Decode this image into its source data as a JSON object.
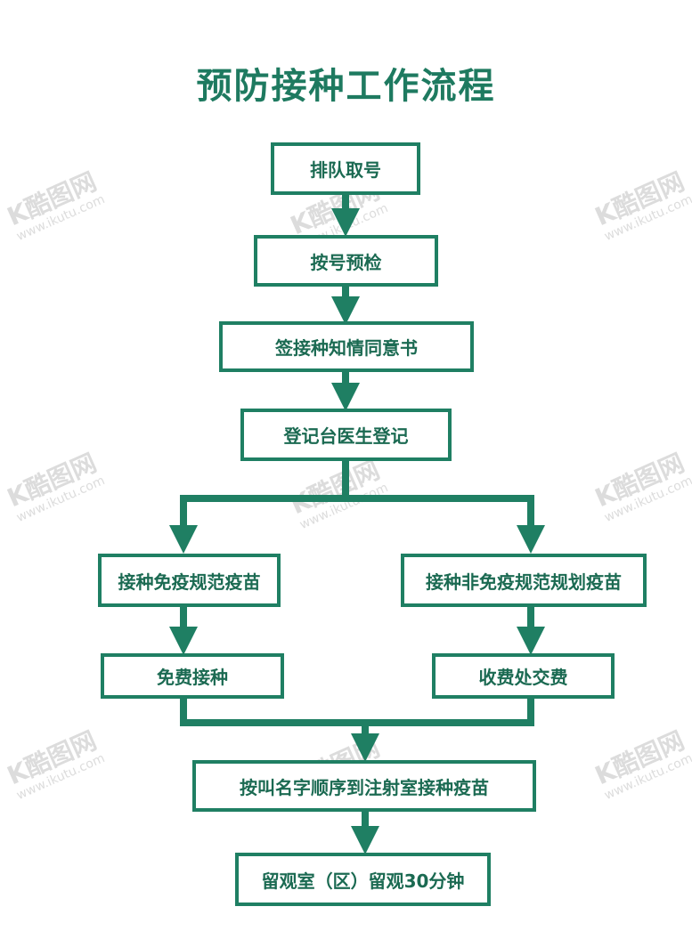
{
  "title": "预防接种工作流程",
  "steps": {
    "queue": "排队取号",
    "precheck": "按号预检",
    "consent": "签接种知情同意书",
    "register": "登记台医生登记",
    "free_vaccine": "接种免疫规范疫苗",
    "nonfree_vaccine": "接种非免疫规范规划疫苗",
    "free_injection": "免费接种",
    "pay": "收费处交费",
    "call_injection": "按叫名字顺序到注射室接种疫苗",
    "observe": "留观室（区）留观30分钟"
  },
  "watermark": {
    "logo": "K酷图网",
    "url": "www.ikutu.com"
  },
  "colors": {
    "line": "#1f7f63",
    "title": "#1e7a60",
    "text": "#1b6a52"
  }
}
